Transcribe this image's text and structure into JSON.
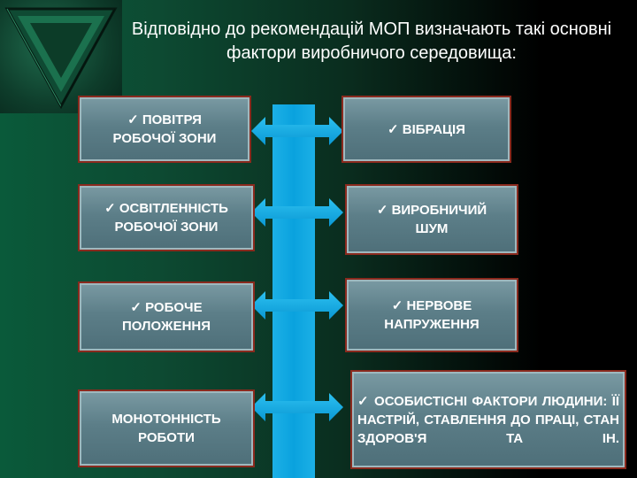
{
  "title": "Відповідно до рекомендацій МОП визначають такі основні фактори виробничого середовища:",
  "colors": {
    "bar": "#0aa2de",
    "box_fill": "#5c7e88",
    "box_border": "#8a2a1e",
    "background_left": "#0a5a3a",
    "background_right": "#000000"
  },
  "icons": [
    "logo-emblem-icon",
    "double-arrow-icon"
  ],
  "left_factors": [
    "✓ ПОВІТРЯ\nРОБОЧОЇ ЗОНИ",
    "✓ ОСВІТЛЕННІСТЬ\nРОБОЧОЇ ЗОНИ",
    "✓ РОБОЧЕ\nПОЛОЖЕННЯ",
    "МОНОТОННІСТЬ\nРОБОТИ"
  ],
  "right_factors": [
    "✓ ВІБРАЦІЯ",
    "✓ ВИРОБНИЧИЙ\nШУМ",
    "✓ НЕРВОВЕ\nНАПРУЖЕННЯ",
    "✓ ОСОБИСТІСНІ ФАКТОРИ ЛЮДИНИ: ЇЇ НАСТРІЙ, СТАВЛЕННЯ ДО ПРАЦІ, СТАН ЗДОРОВ'Я ТА ІН."
  ]
}
